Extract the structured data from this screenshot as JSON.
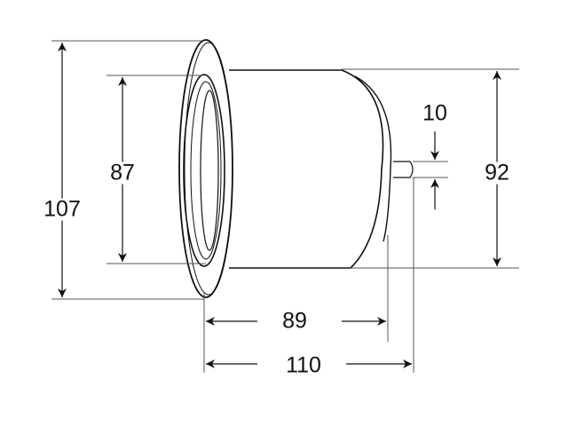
{
  "drawing": {
    "dimensions": {
      "flange_diameter": "107",
      "inner_diameter": "87",
      "body_diameter": "92",
      "pin_diameter": "10",
      "body_length": "89",
      "total_length": "110"
    },
    "colors": {
      "line": "#111111",
      "thin": "#555555"
    }
  }
}
